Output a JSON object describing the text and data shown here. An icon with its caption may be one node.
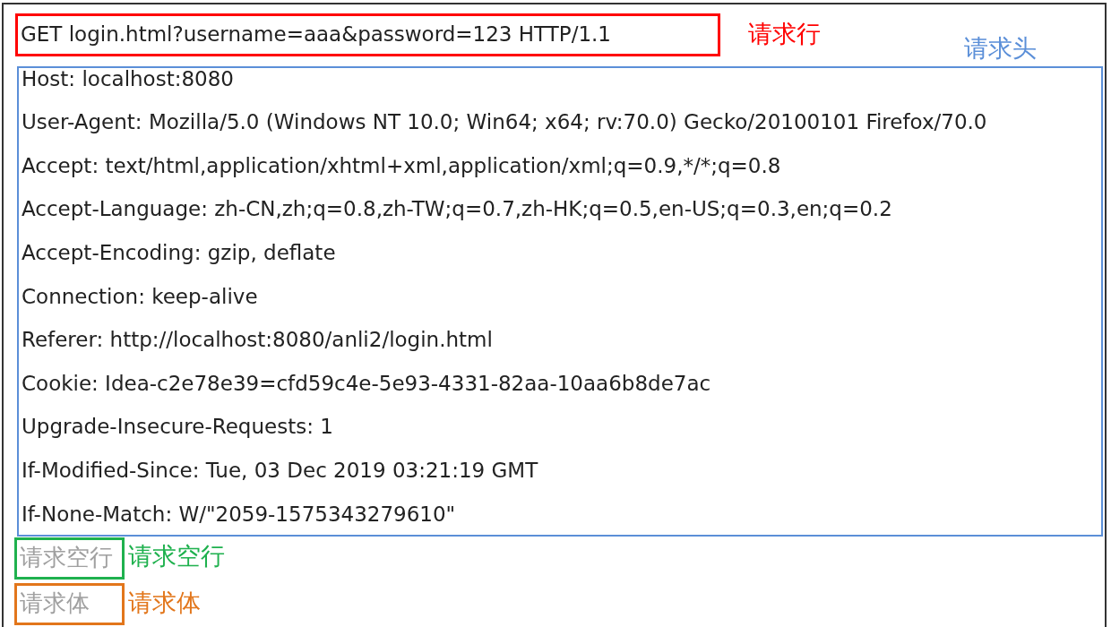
{
  "diagram": {
    "nodes": [
      {
        "text": [
          "GET login.html?username=aaa&password=123 HTTP/1.1"
        ],
        "beside": [
          "请求行"
        ]
      },
      {
        "text": [
          "Host: localhost:8080",
          "User-Agent: Mozilla/5.0 (Windows NT 10.0; Win64; x64; rv:70.0) Gecko/20100101 Firefox/70.0",
          "Accept: text/html,application/xhtml+xml,application/xml;q=0.9,*/*;q=0.8",
          "Accept-Language: zh-CN,zh;q=0.8,zh-TW;q=0.7,zh-HK;q=0.5,en-US;q=0.3,en;q=0.2",
          "Accept-Encoding: gzip, deflate",
          "Connection: keep-alive",
          "Referer: http://localhost:8080/anli2/login.html",
          "Cookie: Idea-c2e78e39=cfd59c4e-5e93-4331-82aa-10aa6b8de7ac",
          "Upgrade-Insecure-Requests: 1",
          "If-Modified-Since: Tue, 03 Dec 2019 03:21:19 GMT",
          "If-None-Match: W/\"2059-1575343279610\""
        ],
        "beside": [
          "请求头"
        ]
      },
      {
        "text": [
          "请求空行"
        ],
        "beside": [
          "请求空行"
        ]
      },
      {
        "text": [
          "请求体"
        ],
        "beside": [
          "请求体"
        ]
      }
    ]
  }
}
